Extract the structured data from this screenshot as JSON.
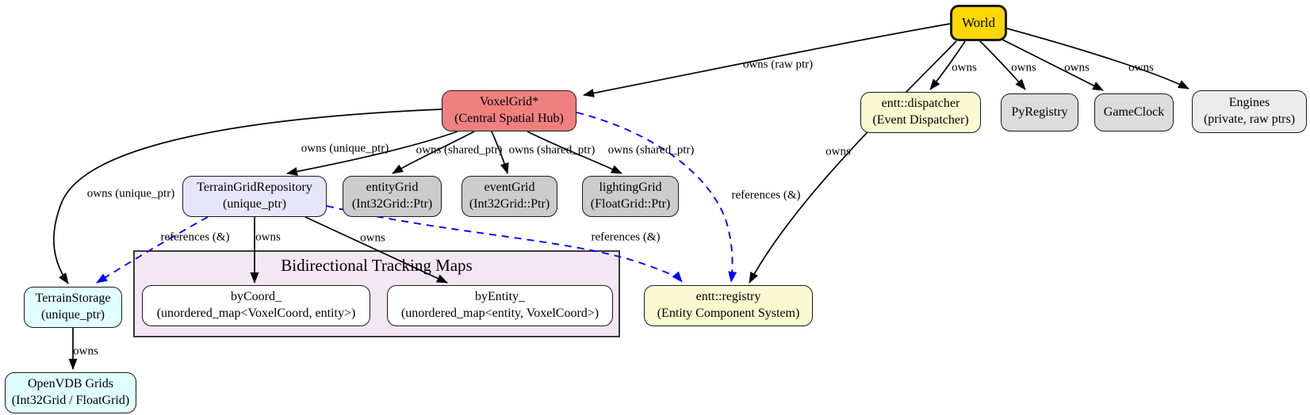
{
  "colors": {
    "world-fill": "#FFD700",
    "voxelgrid-fill": "#F08080",
    "repo-fill": "#E6E6FA",
    "grid-fill": "#CCCCCC",
    "yellow-fill": "#FAFAD2",
    "gray-fill": "#DCDCDC",
    "engines-fill": "#ECECEC",
    "cyan-fill": "#E0FFFF",
    "cluster-fill": "#F2E7F3",
    "map-fill": "#FFFFFF",
    "edge-black": "#000000",
    "edge-blue": "#0000FF"
  },
  "cluster": {
    "title": "Bidirectional Tracking Maps"
  },
  "nodes": {
    "world": {
      "label": "World"
    },
    "voxelgrid": {
      "line1": "VoxelGrid*",
      "line2": "(Central Spatial Hub)"
    },
    "terrain_repo": {
      "line1": "TerrainGridRepository",
      "line2": "(unique_ptr)"
    },
    "entity_grid": {
      "line1": "entityGrid",
      "line2": "(Int32Grid::Ptr)"
    },
    "event_grid": {
      "line1": "eventGrid",
      "line2": "(Int32Grid::Ptr)"
    },
    "lighting_grid": {
      "line1": "lightingGrid",
      "line2": "(FloatGrid::Ptr)"
    },
    "dispatcher": {
      "line1": "entt::dispatcher",
      "line2": "(Event Dispatcher)"
    },
    "pyregistry": {
      "label": "PyRegistry"
    },
    "gameclock": {
      "label": "GameClock"
    },
    "engines": {
      "line1": "Engines",
      "line2": "(private, raw ptrs)"
    },
    "terrain_storage": {
      "line1": "TerrainStorage",
      "line2": "(unique_ptr)"
    },
    "openvdb": {
      "line1": "OpenVDB Grids",
      "line2": "(Int32Grid / FloatGrid)"
    },
    "by_coord": {
      "line1": "byCoord_",
      "line2": "(unordered_map<VoxelCoord, entity>)"
    },
    "by_entity": {
      "line1": "byEntity_",
      "line2": "(unordered_map<entity, VoxelCoord>)"
    },
    "registry": {
      "line1": "entt::registry",
      "line2": "(Entity Component System)"
    }
  },
  "edge_labels": {
    "world_voxelgrid": "owns (raw ptr)",
    "world_dispatcher": "owns",
    "world_pyregistry": "owns",
    "world_gameclock": "owns",
    "world_engines": "owns",
    "world_registry": "owns",
    "voxelgrid_repo": "owns (unique_ptr)",
    "voxelgrid_entitygrid": "owns (shared_ptr)",
    "voxelgrid_eventgrid": "owns (shared_ptr)",
    "voxelgrid_lightinggrid": "owns (shared_ptr)",
    "voxelgrid_storage": "owns (unique_ptr)",
    "voxelgrid_registry": "references (&)",
    "repo_storage": "references (&)",
    "repo_bycoord": "owns",
    "repo_byentity": "owns",
    "repo_registry": "references (&)",
    "storage_openvdb": "owns"
  }
}
